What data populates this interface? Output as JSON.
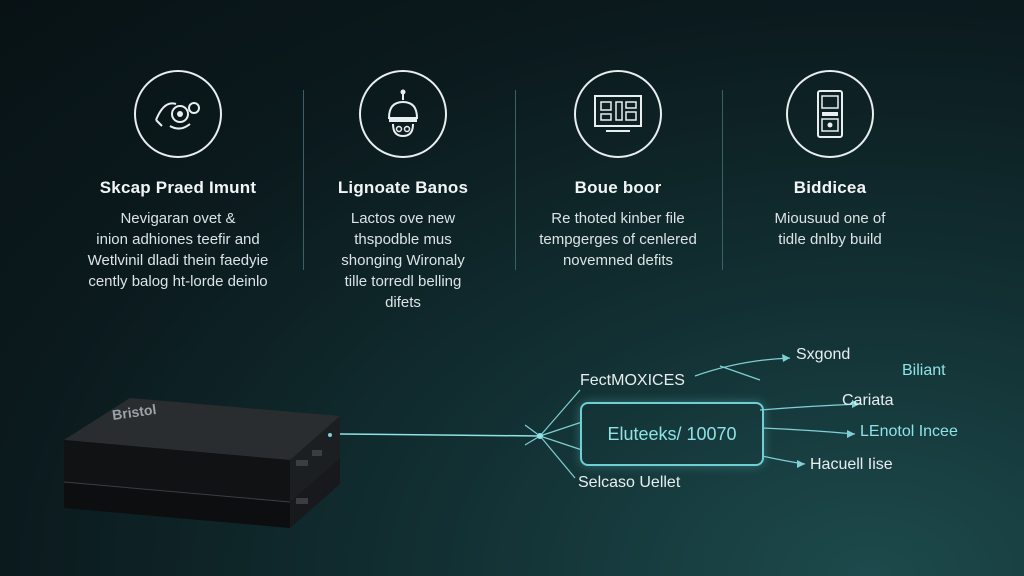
{
  "features": [
    {
      "icon": "gear-flow-icon",
      "title": "Skcap Praed Imunt",
      "desc": [
        "Nevigaran ovet &",
        "inion adhiones teefir and",
        "Wetlvinil dladi thein faedyie",
        "cently balog ht-lorde deinlo"
      ]
    },
    {
      "icon": "robot-head-icon",
      "title": "Lignoate Banos",
      "desc": [
        "Lactos ove new",
        "thspodble mus",
        "shonging Wironaly",
        "tille torredl belling",
        "difets"
      ]
    },
    {
      "icon": "dashboard-screen-icon",
      "title": "Boue boor",
      "desc": [
        "Re thoted kinber file",
        "tempgerges of cenlered",
        "novemned defits"
      ]
    },
    {
      "icon": "phone-device-icon",
      "title": "Biddicea",
      "desc": [
        "Miousuud one of",
        "tidle dnlby build"
      ]
    }
  ],
  "device": {
    "label": "Bristol"
  },
  "diagram": {
    "center_label": "Eluteeks/ 10070",
    "labels": {
      "fectmoxices": "FectMOXICES",
      "sxgond": "Sxgond",
      "biliant": "Biliant",
      "cariata": "Cariata",
      "lenotol": "LEnotol Incee",
      "hacuell": "Hacuell Iise",
      "selcaso": "Selcaso Uellet"
    }
  }
}
